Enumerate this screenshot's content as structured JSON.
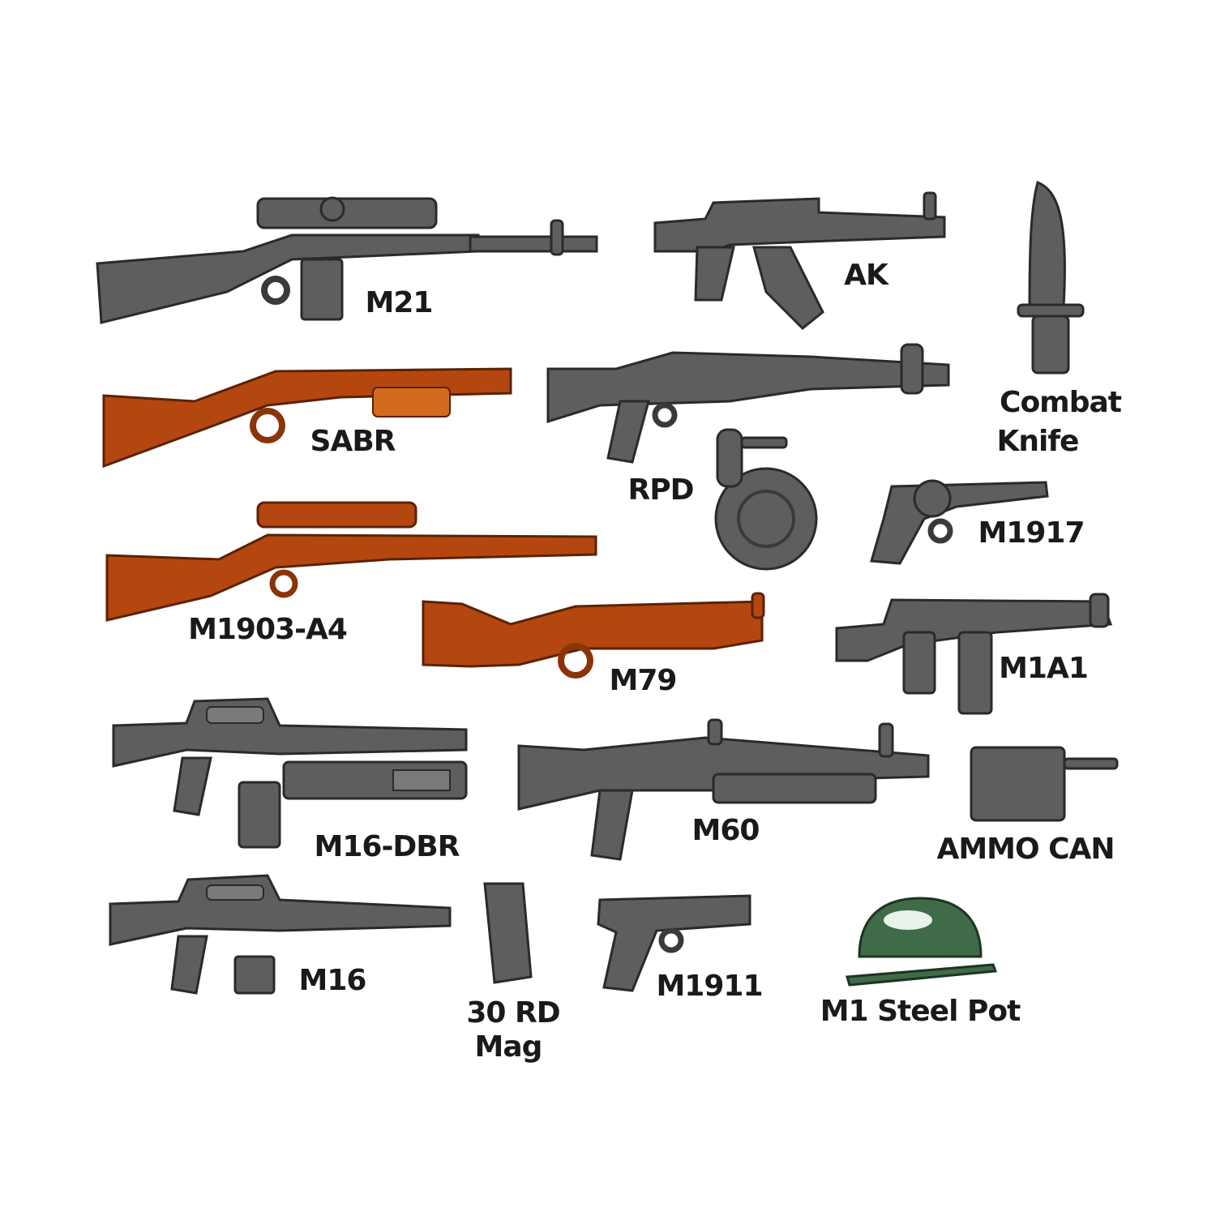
{
  "items": {
    "m21": {
      "label": "M21",
      "color": "#5e5e5e"
    },
    "ak": {
      "label": "AK",
      "color": "#5e5e5e"
    },
    "combat_knife": {
      "label_line1": "Combat",
      "label_line2": "Knife",
      "color": "#5e5e5e"
    },
    "sabr": {
      "label": "SABR",
      "color": "#b4470f"
    },
    "rpd": {
      "label": "RPD",
      "color": "#5e5e5e"
    },
    "m1917": {
      "label": "M1917",
      "color": "#5e5e5e"
    },
    "m1903_a4": {
      "label": "M1903-A4",
      "color": "#b4470f"
    },
    "m79": {
      "label": "M79",
      "color": "#b4470f"
    },
    "m1a1": {
      "label": "M1A1",
      "color": "#5e5e5e"
    },
    "m16_dbr": {
      "label": "M16-DBR",
      "color": "#5e5e5e"
    },
    "m60": {
      "label": "M60",
      "color": "#5e5e5e"
    },
    "ammo_can": {
      "label": "AMMO CAN",
      "color": "#5e5e5e"
    },
    "m16": {
      "label": "M16",
      "color": "#5e5e5e"
    },
    "mag": {
      "label_line1": "30 RD",
      "label_line2": "Mag",
      "color": "#5e5e5e"
    },
    "m1911": {
      "label": "M1911",
      "color": "#5e5e5e"
    },
    "steel_pot": {
      "label": "M1 Steel Pot",
      "color": "#3f6b48"
    }
  }
}
